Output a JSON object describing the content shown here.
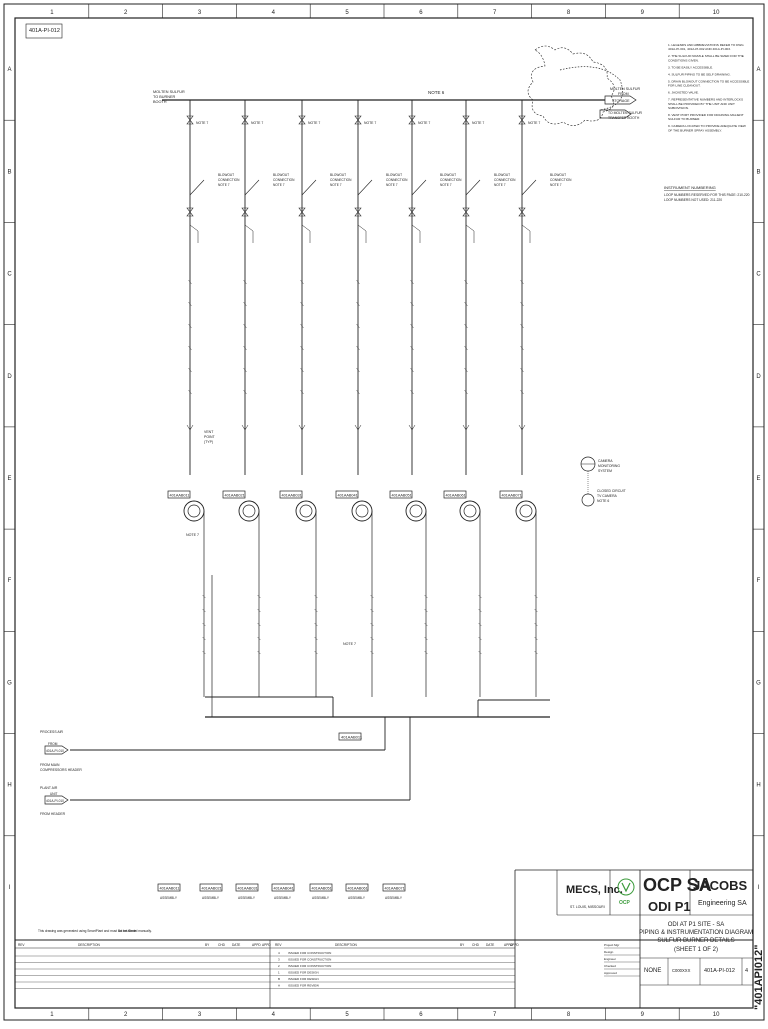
{
  "sheet": {
    "drawing_code": "401A-PI-012",
    "col_labels": [
      "1",
      "2",
      "3",
      "4",
      "5",
      "6",
      "7",
      "8",
      "9",
      "10"
    ],
    "row_labels": [
      "A",
      "B",
      "C",
      "D",
      "E",
      "F",
      "G",
      "H",
      "I"
    ],
    "side_number": "\"401API012\""
  },
  "process": {
    "header_line_label": "NOTE 6",
    "molten_sulfur_top_left": [
      "MOLTEN SULFUR",
      "TO BURNER",
      "BOOTH"
    ],
    "molten_sulfur_right": [
      "MOLTEN SULFUR",
      "FROM",
      "STORAGE"
    ],
    "molten_sulfur_transfer": [
      "TO MOLTEN SULFUR",
      "TRANSFER BOOTH"
    ],
    "blowout_label": [
      "BLOWOUT",
      "CONNECTION",
      "NOTE 7"
    ],
    "drop_count": 7,
    "burner_tags": [
      "401AAB011",
      "401AAB021",
      "401AAB031",
      "401AAB041",
      "401AAB051",
      "401AAB061",
      "401AAB071"
    ],
    "center_tag": "401AAB011",
    "vent_label": [
      "VENT",
      "POINT",
      "(TYP)"
    ],
    "camera_labels": [
      "CAMERA",
      "MONITORING",
      "SYSTEM"
    ],
    "cctv_labels": [
      "CLOSED CIRCUIT",
      "TV CAMERA",
      "NOTE 6"
    ],
    "process_air_labels": [
      "PROCESS AIR",
      "FROM",
      "401A-PI-010",
      "FROM MAIN",
      "COMPRESSORS HEADER"
    ],
    "plant_air_labels": [
      "PLANT AIR",
      "UNIT",
      "401A-PI-010",
      "FROM HEADER"
    ],
    "bottom_tags": [
      "401AAB011",
      "401AAB021",
      "401AAB031",
      "401AAB041",
      "401AAB051",
      "401AAB061",
      "401AAB071"
    ],
    "bottom_tag_caption": "ASSEMBLY",
    "drop_note": "NOTE 7",
    "footer_note": "This drawing was generated using SmartPlant and must not be altered manually.",
    "footer_scale": "Do not Scale"
  },
  "notes": {
    "items": [
      "1. LEGENDS AND ABBREVIATIONS REFER TO DWG 401A-PI-001, 401A-PI-002 AND 401A-PI-003.",
      "2. THE SULFUR NOZZLE SHALL BE SIZED FOR THE CONDITIONS GIVEN.",
      "3. TO BE EASILY ACCESSIBLE.",
      "4. SULFUR PIPING TO BE SELF DRAINING.",
      "5. DRAIN BLOWOUT CONNECTION TO BE ACCESSIBLE FOR LINE CLEANOUT.",
      "6. JACKETED VALVE.",
      "7. REPRESENTATIVE NUMBERS AND INTERLOCKS SHALL BE PROVIDED BY THE UNIT AND UNIT SUBDIVISION.",
      "8. VENT PORT PROVIDED FOR DRAINING MALIENT SULFUR TO BURNER.",
      "9. CAMERA LOCATED TO PROVIDE ADEQUATE VIEW OF THE BURNER SPRAY ASSEMBLY."
    ],
    "instrument_title": "INSTRUMENT NUMBERING",
    "instrument_lines": [
      "LOOP NUMBERS RESERVED FOR THIS PAGE: 210-220",
      "LOOP NUMBERS NOT USED: 211-220"
    ]
  },
  "title_block": {
    "company": "MECS, Inc.",
    "company_loc": "ST. LOUIS, MISSOURI",
    "ocp_logo": "OCP",
    "client_big": "OCP SA",
    "client_sub": "ODI P1",
    "contractor_big": "JACOBS",
    "contractor_sub": "Engineering SA",
    "title_lines": [
      "ODI AT P1 SITE - SA",
      "PIPING & INSTRUMENTATION DIAGRAM",
      "SULFUR BURNER DETAILS",
      "(SHEET 1 OF 2)"
    ],
    "scale": "NONE",
    "job_no": "C000XXX",
    "dwg_no": "401A-PI-012",
    "rev": "4",
    "rev_header_left": [
      "REV",
      "DESCRIPTION",
      "BY",
      "CHD",
      "DATE",
      "APPD",
      "APPD"
    ],
    "rev_header_right": [
      "REV",
      "DESCRIPTION",
      "BY",
      "CHD",
      "DATE",
      "APPD",
      "APPD"
    ],
    "rev_rows": [
      {
        "rev": "4",
        "desc": "ISSUED FOR CONSTRUCTION"
      },
      {
        "rev": "3",
        "desc": "ISSUED FOR CONSTRUCTION"
      },
      {
        "rev": "2",
        "desc": "ISSUED FOR CONSTRUCTION"
      },
      {
        "rev": "1",
        "desc": "ISSUED FOR DESIGN"
      },
      {
        "rev": "B",
        "desc": "ISSUED FOR DESIGN"
      },
      {
        "rev": "A",
        "desc": "ISSUED FOR REVIEW"
      }
    ],
    "sign_rows": [
      "Project Mgr",
      "Design",
      "Engineer",
      "Checked",
      "Approved"
    ]
  }
}
